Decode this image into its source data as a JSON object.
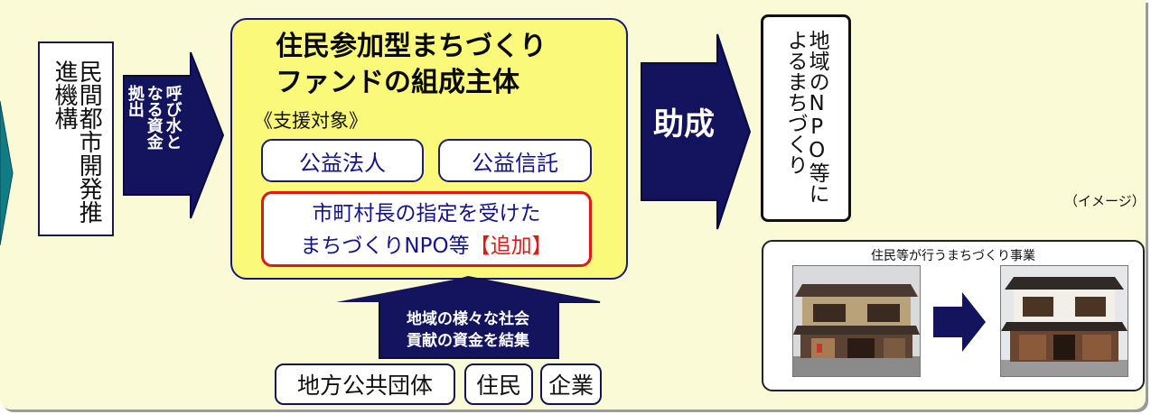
{
  "promoter": {
    "text": "民間都市開発推進機構"
  },
  "seed_arrow": {
    "line1": "呼び水と",
    "line2": "なる資金",
    "line3": "拠出"
  },
  "fund": {
    "title_line1": "住民参加型まちづくり",
    "title_line2": "ファンドの組成主体",
    "support_label": "《支援対象》",
    "target1": "公益法人",
    "target2": "公益信託",
    "target3_line1": "市町村長の指定を受けた",
    "target3_line2": "まちづくりNPO等",
    "target3_added": "【追加】"
  },
  "grant_arrow": {
    "label": "助成"
  },
  "npo": {
    "text": "地域のNPO等によるまちづくり"
  },
  "image_note": "（イメージ）",
  "funding_arrow": {
    "line1": "地域の様々な社会",
    "line2": "貢献の資金を結集"
  },
  "sources": {
    "local_gov": "地方公共団体",
    "residents": "住民",
    "companies": "企業"
  },
  "project": {
    "title": "住民等が行うまちづくり事業"
  },
  "colors": {
    "navy": "#14145e",
    "fund_yellow": "#fbf97a",
    "panel": "#fafad6",
    "teal": "#0f7c86",
    "red": "#e01818"
  }
}
